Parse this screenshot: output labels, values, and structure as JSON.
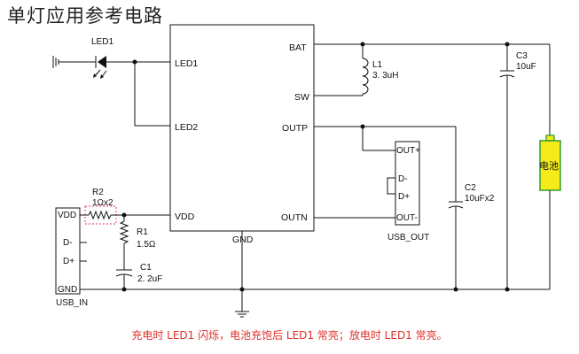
{
  "title": "单灯应用参考电路",
  "caption": "充电时 LED1 闪烁，电池充饱后 LED1 常亮；放电时 LED1 常亮。",
  "chip": {
    "pins_left": [
      "LED1",
      "LED2",
      "VDD"
    ],
    "pins_right": [
      "BAT",
      "SW",
      "OUTP",
      "OUTN"
    ],
    "pin_bottom": "GND"
  },
  "components": {
    "led1": "LED1",
    "l1": {
      "name": "L1",
      "value": "3. 3uH"
    },
    "c3": {
      "name": "C3",
      "value": "10uF"
    },
    "battery": "电池",
    "c2": {
      "name": "C2",
      "value": "10uFx2"
    },
    "r2": {
      "name": "R2",
      "value": "1Ωx2"
    },
    "r1": {
      "name": "R1",
      "value": "1.5Ω"
    },
    "c1": {
      "name": "C1",
      "value": "2. 2uF"
    }
  },
  "usb_out": {
    "name": "USB_OUT",
    "pins": [
      "OUT+",
      "D-",
      "D+",
      "OUT-"
    ]
  },
  "usb_in": {
    "name": "USB_IN",
    "pins": [
      "VDD",
      "D-",
      "D+",
      "GND"
    ]
  },
  "colors": {
    "caption": "#e0302a",
    "battery_fill": "#f5ea1a",
    "battery_stroke": "#2e9e2e",
    "r2_box": "#e0306a"
  }
}
